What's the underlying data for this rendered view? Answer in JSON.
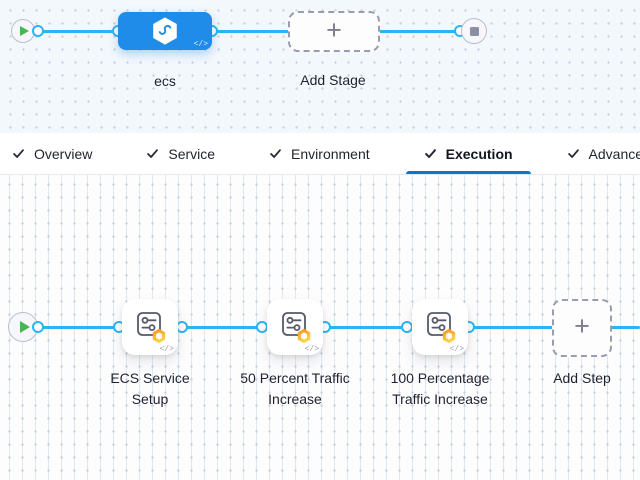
{
  "colors": {
    "line_blue": "#2bb4f1",
    "node_blue": "#1e8ce8",
    "underline_blue": "#0278d5",
    "play_green": "#46b750",
    "stop_grey": "#8a8fa3",
    "icon_stroke": "#565a68",
    "badge_orange_dark": "#f68d1e",
    "badge_orange_light": "#ffd54f"
  },
  "stage_graph": {
    "stage_label": "ecs",
    "add_stage_label": "Add Stage",
    "code_glyph": "</>",
    "plus_glyph": "+"
  },
  "tabs": [
    {
      "label": "Overview",
      "checked": true,
      "active": false
    },
    {
      "label": "Service",
      "checked": true,
      "active": false
    },
    {
      "label": "Environment",
      "checked": true,
      "active": false
    },
    {
      "label": "Execution",
      "checked": true,
      "active": true
    },
    {
      "label": "Advanced",
      "checked": true,
      "active": false
    }
  ],
  "execution_graph": {
    "steps": [
      {
        "label": "ECS Service Setup"
      },
      {
        "label": "50 Percent Traffic Increase"
      },
      {
        "label": "100 Percentage Traffic Increase"
      }
    ],
    "add_step_label": "Add Step",
    "code_glyph": "</>",
    "plus_glyph": "+"
  }
}
